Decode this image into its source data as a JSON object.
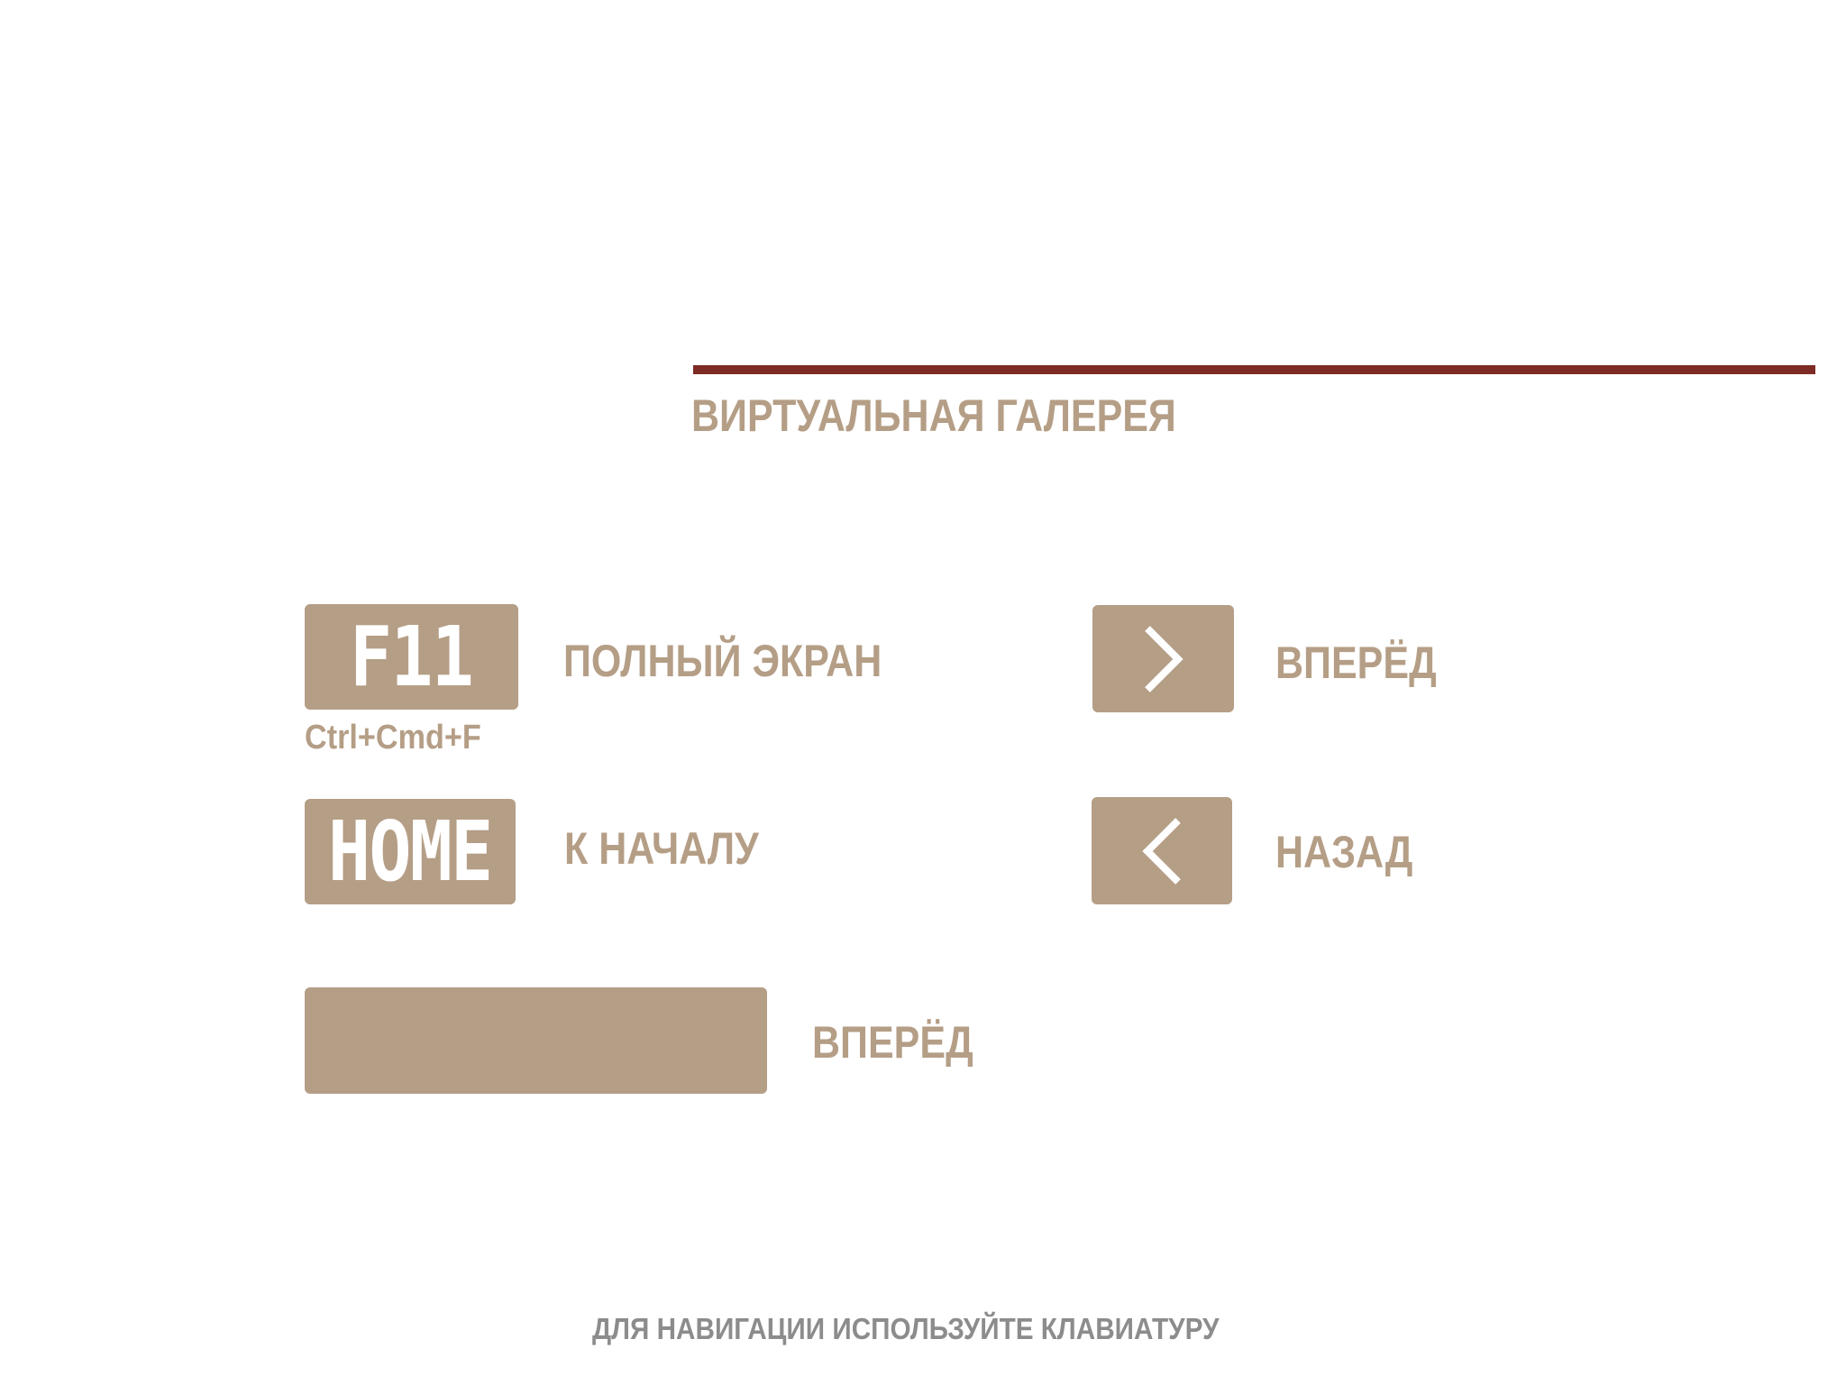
{
  "header": {
    "title": "ВИРТУАЛЬНАЯ ГАЛЕРЕЯ",
    "accent_color": "#7d2b24"
  },
  "keys": {
    "fullscreen": {
      "key": "F11",
      "alt_shortcut": "Ctrl+Cmd+F",
      "label": "ПОЛНЫЙ ЭКРАН"
    },
    "home": {
      "key": "HOME",
      "label": "К НАЧАЛУ"
    },
    "next": {
      "icon": "chevron-right-icon",
      "label": "ВПЕРЁД"
    },
    "prev": {
      "icon": "chevron-left-icon",
      "label": "НАЗАД"
    },
    "space": {
      "label": "ВПЕРЁД"
    }
  },
  "footer": {
    "text": "ДЛЯ НАВИГАЦИИ ИСПОЛЬЗУЙТЕ КЛАВИАТУРУ"
  },
  "colors": {
    "key_bg": "#b59e86",
    "label": "#b59e86",
    "footer": "#8c8c8c"
  }
}
